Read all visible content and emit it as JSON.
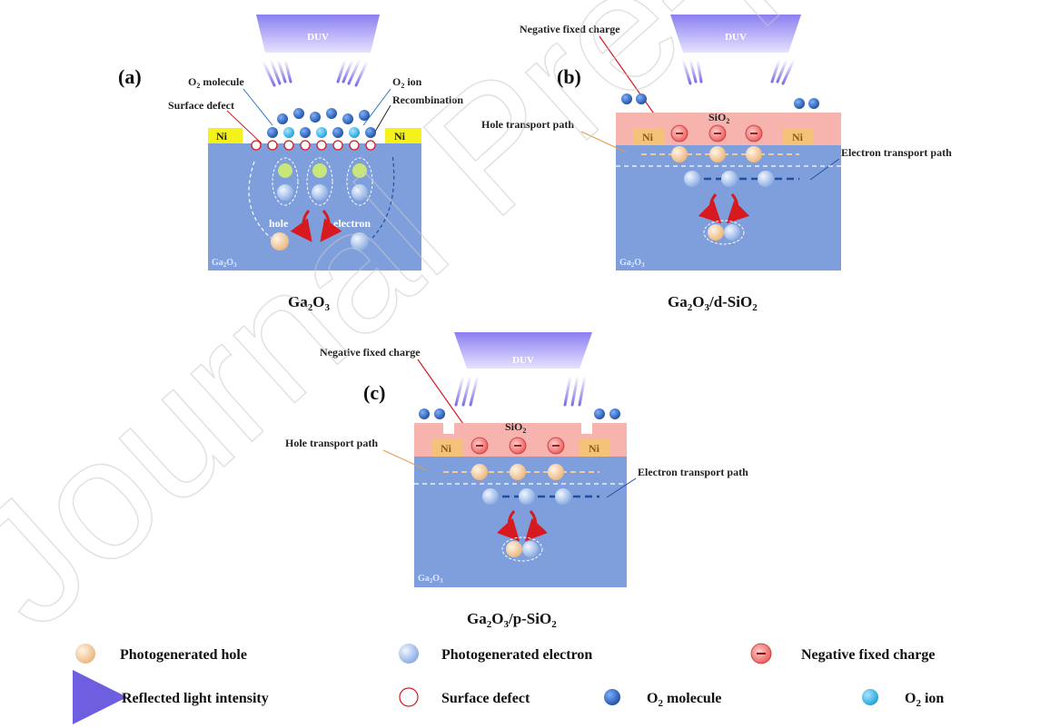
{
  "panel_a": {
    "letter": "(a)",
    "duv": "DUV",
    "o2_molecule": "O",
    "o2_molecule_sub": "2",
    "o2_molecule_tail": " molecule",
    "o2_ion": "O",
    "o2_ion_sub": "2",
    "o2_ion_tail": " ion",
    "recombination": "Recombination",
    "surface_defect": "Surface defect",
    "ni_left": "Ni",
    "ni_right": "Ni",
    "hole": "hole",
    "electron": "electron",
    "substrate": "Ga",
    "substrate_sub1": "2",
    "substrate_mid": "O",
    "substrate_sub2": "3",
    "caption": "Ga",
    "caption_sub1": "2",
    "caption_mid": "O",
    "caption_sub2": "3"
  },
  "panel_b": {
    "letter": "(b)",
    "duv": "DUV",
    "negative_fixed_charge": "Negative fixed charge",
    "sio2": "SiO",
    "sio2_sub": "2",
    "hole_transport_path": "Hole transport path",
    "electron_transport_path": "Electron transport path",
    "ni_left": "Ni",
    "ni_right": "Ni",
    "substrate": "Ga",
    "substrate_sub1": "2",
    "substrate_mid": "O",
    "substrate_sub2": "3",
    "caption": "Ga",
    "caption_sub1": "2",
    "caption_mid": "O",
    "caption_sub2": "3",
    "caption_tail": "/d-SiO",
    "caption_sub3": "2"
  },
  "panel_c": {
    "letter": "(c)",
    "duv": "DUV",
    "negative_fixed_charge": "Negative fixed charge",
    "sio2": "SiO",
    "sio2_sub": "2",
    "hole_transport_path": "Hole transport path",
    "electron_transport_path": "Electron transport path",
    "ni_left": "Ni",
    "ni_right": "Ni",
    "substrate": "Ga",
    "substrate_sub1": "2",
    "substrate_mid": "O",
    "substrate_sub2": "3",
    "caption": "Ga",
    "caption_sub1": "2",
    "caption_mid": "O",
    "caption_sub2": "3",
    "caption_tail": "/p-SiO",
    "caption_sub3": "2"
  },
  "legend": {
    "photogenerated_hole": "Photogenerated hole",
    "photogenerated_electron": "Photogenerated electron",
    "negative_fixed_charge": "Negative fixed charge",
    "reflected_light": "Reflected light intensity",
    "surface_defect": "Surface defect",
    "o2_molecule": "O",
    "o2_molecule_sub": "2",
    "o2_molecule_tail": " molecule",
    "o2_ion": "O",
    "o2_ion_sub": "2",
    "o2_ion_tail": " ion"
  },
  "watermark": "Journal Pre-proof",
  "colors": {
    "substrate": "#7f9fdc",
    "sio2": "#f7b3ad",
    "ni": "#f4f21a",
    "ni_orange": "#f5c27a",
    "duv": "#9a8ef2",
    "hole": "#f3c99a",
    "electron": "#a9c4ef",
    "negative": "#ef6b6b",
    "o2_molecule": "#2f63b5",
    "o2_ion": "#32b3e8",
    "arrow_red": "#d71920"
  }
}
